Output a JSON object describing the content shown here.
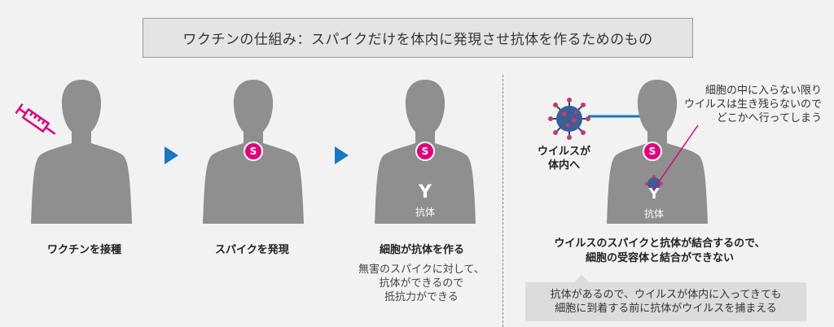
{
  "title": "ワクチンの仕組み：スパイクだけを体内に発現させ抗体を作るためのもの",
  "steps": [
    {
      "label": "ワクチンを接種"
    },
    {
      "label": "スパイクを発現"
    },
    {
      "label": "細胞が抗体を作る",
      "note_lines": [
        "無害のスパイクに対して、",
        "抗体ができるので",
        "抵抗力ができる"
      ]
    }
  ],
  "badge": {
    "spike_letter": "S"
  },
  "antibody": {
    "symbol": "Y",
    "label": "抗体"
  },
  "virus": {
    "label_lines": [
      "ウイルスが",
      "体内へ"
    ]
  },
  "callout_lines": [
    "細胞の中に入らない限り",
    "ウイルスは生き残らないので",
    "どこかへ行ってしまう"
  ],
  "result_lines": [
    "ウイルスのスパイクと抗体が結合するので、",
    "細胞の受容体と結合ができない"
  ],
  "final_lines": [
    "抗体があるので、ウイルスが体内に入ってきても",
    "細胞に到着する前に抗体がウイルスを捕まえる"
  ],
  "colors": {
    "accent_blue": "#1a77c0",
    "spike_pink": "#e0007a",
    "body_gray": "#8f8f8f"
  }
}
